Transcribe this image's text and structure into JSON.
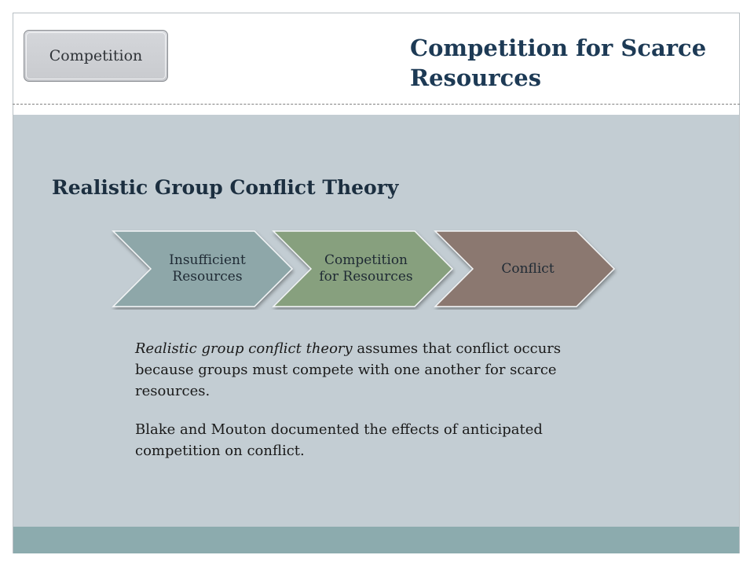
{
  "section_tab": {
    "label": "Competition"
  },
  "slide": {
    "title": "Competition for Scarce Resources",
    "heading": "Realistic Group Conflict Theory"
  },
  "flow": {
    "steps": [
      {
        "label": "Insufficient Resources",
        "color": "#8ea7a9"
      },
      {
        "label": "Competition for Resources",
        "color": "#87a07e"
      },
      {
        "label": "Conflict",
        "color": "#8b7870"
      }
    ]
  },
  "body": {
    "paragraph1_term": "Realistic group conflict theory",
    "paragraph1_rest": " assumes that conflict occurs because groups must compete with one another for scarce resources.",
    "paragraph2": "Blake and Mouton documented the effects of anticipated competition on conflict."
  },
  "colors": {
    "title": "#1d3a55",
    "panel": "#c3cdd3",
    "footer": "#8cabae"
  }
}
